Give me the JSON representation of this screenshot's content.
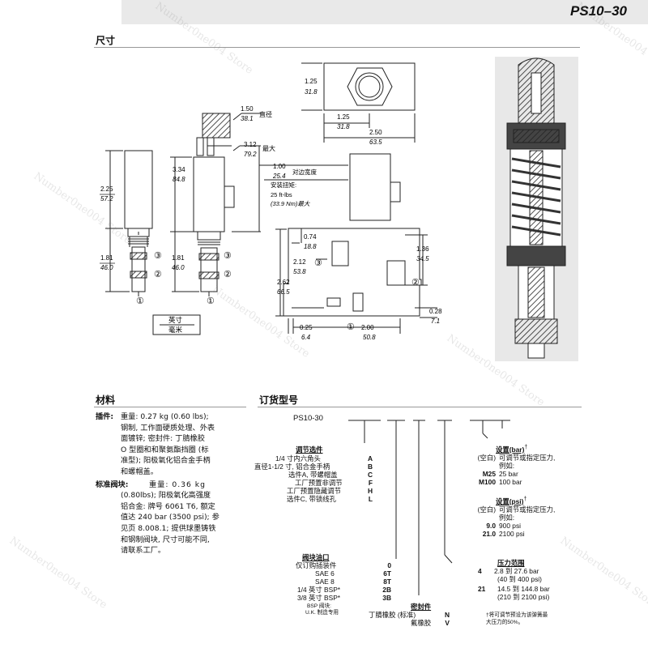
{
  "header": {
    "model_code": "PS10–30"
  },
  "dimensions": {
    "title": "尺寸",
    "left_drawing": {
      "height_in": "2.25",
      "height_mm": "57.2",
      "lower_in": "1.81",
      "lower_mm": "46.0",
      "port1": "①",
      "port2": "②",
      "port3": "③"
    },
    "mid_drawing": {
      "knob_in": "1.50",
      "knob_mm": "38.1",
      "knob_note": "直径",
      "max_in": "3.12",
      "max_mm": "79.2",
      "max_note": "最大",
      "body_in": "3.34",
      "body_mm": "84.8",
      "lower_in": "1.81",
      "lower_mm": "46.0",
      "port1": "①",
      "port2": "②",
      "port3": "③"
    },
    "legend": {
      "inch": "英寸",
      "mm": "毫米"
    },
    "block_drawing": {
      "top_h_in": "1.25",
      "top_h_mm": "31.8",
      "top_w1_in": "1.25",
      "top_w1_mm": "31.8",
      "top_w2_in": "2.50",
      "top_w2_mm": "63.5",
      "hex_in": "1.00",
      "hex_mm": "25.4",
      "hex_note": "对边宽度",
      "torque_label": "安装扭矩:",
      "torque_value": "25 ft-lbs",
      "torque_value2": "(33.9 Nm)最大",
      "d074_in": "0.74",
      "d074_mm": "18.8",
      "d212_in": "2.12",
      "d212_mm": "53.8",
      "d262_in": "2.62",
      "d262_mm": "66.5",
      "d136_in": "1.36",
      "d136_mm": "34.5",
      "d028_in": "0.28",
      "d028_mm": "7.1",
      "d025_in": "0.25",
      "d025_mm": "6.4",
      "d200_in": "2.00",
      "d200_mm": "50.8",
      "port1": "①",
      "port2": "②",
      "port3": "③"
    }
  },
  "materials": {
    "title": "材料",
    "insert_label": "插件:",
    "insert_lines": [
      "重量: 0.27 kg (0.60 lbs);",
      "钢制, 工作面硬质处理、外表",
      "面镀锌; 密封件: 丁腈橡胶",
      "O 型圈和和聚氨酯挡圈 (标",
      "准型); 阳极氧化铝合金手柄",
      "和螺帽盖。"
    ],
    "block_label": "标准阀块:",
    "block_lines": [
      "重量: 0.36 kg",
      "(0.80lbs); 阳极氧化高强度",
      "铝合金: 牌号 6061 T6, 额定",
      "值达 240 bar (3500 psi); 参",
      "见页 8.008.1; 提供球墨铸铁",
      "和钢制阀块, 尺寸可能不同,",
      "请联系工厂。"
    ]
  },
  "ordering": {
    "title": "订货型号",
    "code_prefix": "PS10-30",
    "adjust_title": "调节选件",
    "adjust_items": [
      {
        "text": "1/4 寸内六角头",
        "code": "A"
      },
      {
        "text": "直径1-1/2 寸, 铝合金手柄",
        "code": "B"
      },
      {
        "text": "选件A, 带螺帽盖",
        "code": "C"
      },
      {
        "text": "工厂预置非调节",
        "code": "F"
      },
      {
        "text": "工厂预置隐藏调节",
        "code": "H"
      },
      {
        "text": "选件C, 带锁线孔",
        "code": "L"
      }
    ],
    "port_title": "阀块油口",
    "port_items": [
      {
        "text": "仅订购插装件",
        "code": "0"
      },
      {
        "text": "SAE 6",
        "code": "6T"
      },
      {
        "text": "SAE 8",
        "code": "8T"
      },
      {
        "text": "1/4 英寸 BSP*",
        "code": "2B"
      },
      {
        "text": "3/8 英寸 BSP*",
        "code": "3B"
      }
    ],
    "port_note1": "BSP 阀块:",
    "port_note2": "U.K. 制造专用",
    "seal_title": "密封件",
    "seal_items": [
      {
        "text": "丁腈橡胶 (标准)",
        "code": "N"
      },
      {
        "text": "氟橡胶",
        "code": "V"
      }
    ],
    "setting_bar_title": "设置(bar)",
    "setting_bar_note": "†",
    "setting_bar_items": [
      {
        "code": "(空白)",
        "text": "可调节或指定压力,"
      },
      {
        "code": "",
        "text": "例如:"
      },
      {
        "code": "M25",
        "text": "25 bar"
      },
      {
        "code": "M100",
        "text": "100 bar"
      }
    ],
    "setting_psi_title": "设置(psi)",
    "setting_psi_note": "†",
    "setting_psi_items": [
      {
        "code": "(空白)",
        "text": "可调节或指定压力,"
      },
      {
        "code": "",
        "text": "例如:"
      },
      {
        "code": "9.0",
        "text": "900 psi"
      },
      {
        "code": "21.0",
        "text": "2100 psi"
      }
    ],
    "range_title": "压力范围",
    "range_items": [
      {
        "code": "4",
        "line1": "2.8 到 27.6 bar",
        "line2": "(40 到 400 psi)"
      },
      {
        "code": "21",
        "line1": "14.5 到 144.8 bar",
        "line2": "(210 到 2100 psi)"
      }
    ],
    "footnote1": "†将可调节预设为该弹簧最",
    "footnote2": "大压力的50%。"
  },
  "watermark": "Number0ne004 Store"
}
